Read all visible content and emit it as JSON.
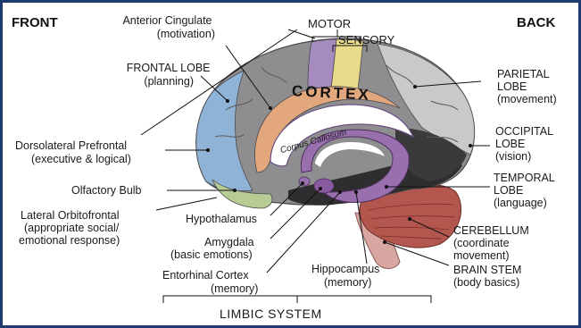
{
  "frame": {
    "border_color": "#1f3a6e"
  },
  "labels": {
    "front": "FRONT",
    "back": "BACK",
    "motor": "MOTOR",
    "sensory": "SENSORY",
    "cortex": "CORTEX",
    "corpus_callosum": "Corpus Callosum",
    "anterior_cingulate": [
      "Anterior Cingulate",
      "(motivation)"
    ],
    "frontal_lobe": [
      "FRONTAL LOBE",
      "(planning)"
    ],
    "dorsolateral": [
      "Dorsolateral Prefrontal",
      "(executive & logical)"
    ],
    "olfactory": "Olfactory Bulb",
    "lateral_orbitofrontal": [
      "Lateral Orbitofrontal",
      "(appropriate social/",
      "emotional response)"
    ],
    "hypothalamus": "Hypothalamus",
    "amygdala": [
      "Amygdala",
      "(basic emotions)"
    ],
    "entorhinal": [
      "Entorhinal Cortex",
      "(memory)"
    ],
    "hippocampus": [
      "Hippocampus",
      "(memory)"
    ],
    "parietal": [
      "PARIETAL",
      "LOBE",
      "(movement)"
    ],
    "occipital": [
      "OCCIPITAL",
      "LOBE",
      "(vision)"
    ],
    "temporal": [
      "TEMPORAL",
      "LOBE",
      "(language)"
    ],
    "cerebellum": [
      "CEREBELLUM",
      "(coordinate",
      "movement)"
    ],
    "brain_stem": [
      "BRAIN STEM",
      "(body basics)"
    ],
    "limbic_system": "LIMBIC SYSTEM"
  },
  "colors": {
    "cortex_gray": "#8e8e90",
    "cortex_dark": "#5a5a5c",
    "parietal_light": "#c9c9cb",
    "prefrontal_blue": "#8fb3d6",
    "motor_purple": "#a68bc0",
    "sensory_yellow": "#e8dc8a",
    "olfactory_green": "#b7cc95",
    "limbic_purple": "#9a6fae",
    "cingulate_orange": "#e3a77e",
    "cerebellum_red": "#b2564e",
    "stem_pink": "#d9a7a2",
    "temporal_dark": "#2e2e30"
  }
}
